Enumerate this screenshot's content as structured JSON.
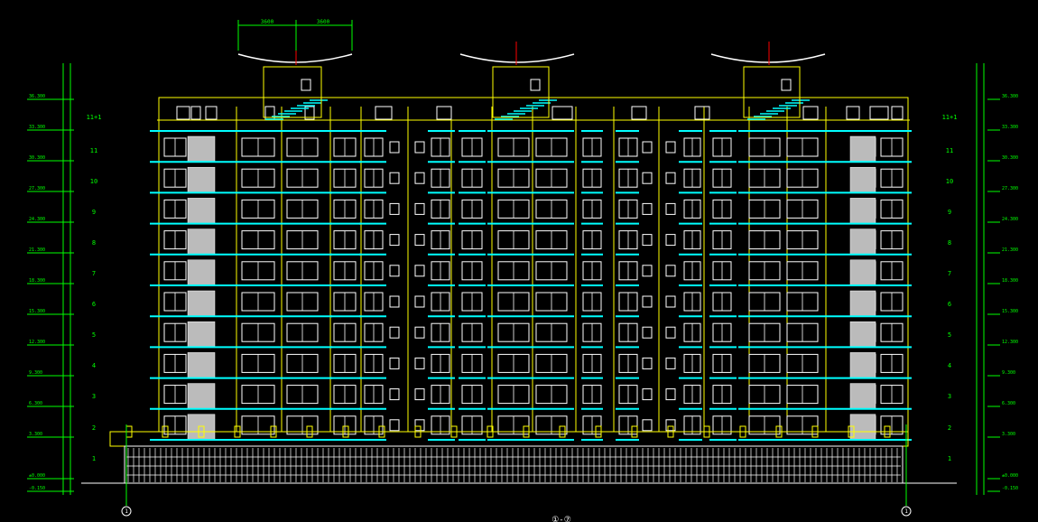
{
  "colors": {
    "background": "#000000",
    "facade": "#ffff00",
    "balcony": "#00ffff",
    "window": "#ffffff",
    "dimension": "#00ff00",
    "axis_marker": "#ff0000"
  },
  "floor_labels": [
    "1",
    "2",
    "3",
    "4",
    "5",
    "6",
    "7",
    "8",
    "9",
    "10",
    "11",
    "11+1"
  ],
  "elevation_labels_left": [
    "-0.150",
    "±0.000",
    "3.300",
    "6.300",
    "9.300",
    "12.300",
    "15.300",
    "18.300",
    "21.300",
    "24.300",
    "27.300",
    "30.300",
    "33.300",
    "36.300"
  ],
  "elevation_labels_right": [
    "-0.150",
    "±0.000",
    "3.300",
    "6.300",
    "9.300",
    "12.300",
    "15.300",
    "18.300",
    "21.300",
    "24.300",
    "27.300",
    "30.300",
    "33.300",
    "36.300"
  ],
  "roof_dimensions": [
    "3600",
    "3600"
  ],
  "axis_labels": [
    "1",
    "1"
  ],
  "bottom_label": "①-⑦"
}
